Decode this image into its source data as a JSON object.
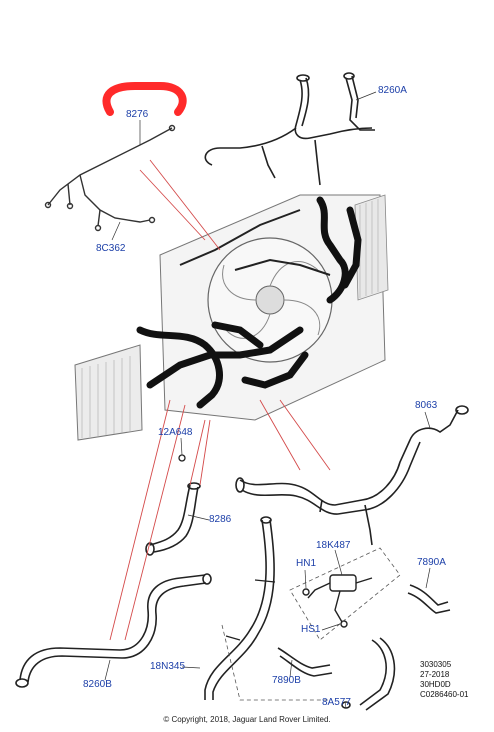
{
  "callouts": {
    "c8276": "8276",
    "c8260A": "8260A",
    "c8C362": "8C362",
    "c12A648": "12A648",
    "c8063": "8063",
    "c8286": "8286",
    "c18K487": "18K487",
    "cHN1": "HN1",
    "c7890A": "7890A",
    "cHS1": "HS1",
    "c18N345": "18N345",
    "c7890B": "7890B",
    "c8260B": "8260B",
    "c8A577": "8A577"
  },
  "reference": {
    "line1": "3030305",
    "line2": "27-2018",
    "line3": "30HD0D",
    "line4": "C0286460-01"
  },
  "copyright": "© Copyright, 2018, Jaguar Land Rover Limited.",
  "colors": {
    "callout": "#1c3fa8",
    "leader": "#d44a4a",
    "highlight": "#ff2a2a",
    "hose": "#111111",
    "outline": "#444444"
  }
}
